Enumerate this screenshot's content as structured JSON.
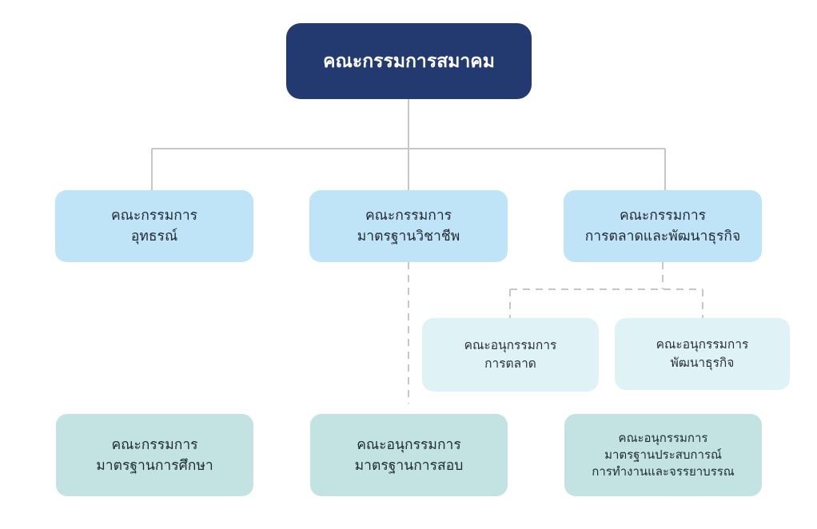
{
  "colors": {
    "root_bg": "#233a70",
    "committee_bg": "#bfe4f7",
    "sub_bg": "#dff3f6",
    "bottom_bg": "#c3e3e3",
    "line": "#c7c7c7",
    "dashed_line": "#c7c7c7"
  },
  "diagram": {
    "root": {
      "label": "คณะกรรมการสมาคม"
    },
    "committees": [
      {
        "line1": "คณะกรรมการ",
        "line2": "อุทธรณ์"
      },
      {
        "line1": "คณะกรรมการ",
        "line2": "มาตรฐานวิชาชีพ"
      },
      {
        "line1": "คณะกรรมการ",
        "line2": "การตลาดและพัฒนาธุรกิจ"
      }
    ],
    "subcommittees": [
      {
        "line1": "คณะอนุกรรมการ",
        "line2": "การตลาด"
      },
      {
        "line1": "คณะอนุกรรมการ",
        "line2": "พัฒนาธุรกิจ"
      }
    ],
    "bottom": [
      {
        "line1": "คณะกรรมการ",
        "line2": "มาตรฐานการศึกษา"
      },
      {
        "line1": "คณะอนุกรรมการ",
        "line2": "มาตรฐานการสอบ"
      },
      {
        "line1": "คณะอนุกรรมการ",
        "line2": "มาตรฐานประสบการณ์",
        "line3": "การทำงานและจรรยาบรรณ"
      }
    ]
  }
}
